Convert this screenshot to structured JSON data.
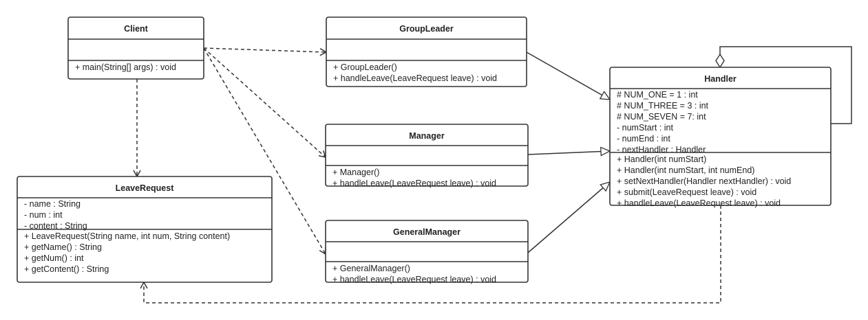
{
  "classes": [
    {
      "id": "client",
      "name": "Client",
      "attributes": [],
      "methods": [
        "+ main(String[] args) : void"
      ]
    },
    {
      "id": "group-leader",
      "name": "GroupLeader",
      "attributes": [],
      "methods": [
        "+ GroupLeader()",
        "+ handleLeave(LeaveRequest leave) : void"
      ]
    },
    {
      "id": "manager",
      "name": "Manager",
      "attributes": [],
      "methods": [
        "+ Manager()",
        "+ handleLeave(LeaveRequest leave) : void"
      ]
    },
    {
      "id": "general-manager",
      "name": "GeneralManager",
      "attributes": [],
      "methods": [
        "+ GeneralManager()",
        "+ handleLeave(LeaveRequest leave) : void"
      ]
    },
    {
      "id": "handler",
      "name": "Handler",
      "attributes": [
        "# NUM_ONE = 1 :   int",
        "# NUM_THREE = 3 :   int",
        "# NUM_SEVEN = 7:   int",
        "- numStart :   int",
        "- numEnd :   int",
        "- nextHandler :   Handler"
      ],
      "methods": [
        "+ Handler(int numStart)",
        "+ Handler(int numStart, int numEnd)",
        "+ setNextHandler(Handler nextHandler) :   void",
        "+ submit(LeaveRequest leave) :   void",
        "+ handleLeave(LeaveRequest leave) :   void"
      ]
    },
    {
      "id": "leave-request",
      "name": "LeaveRequest",
      "attributes": [
        "- name : String",
        "- num : int",
        "- content : String"
      ],
      "methods": [
        "+ LeaveRequest(String name, int num, String content)",
        "+ getName() : String",
        "+ getNum() : int",
        "+ getContent() : String"
      ]
    }
  ],
  "relations": [
    {
      "type": "dependency",
      "from": "Client",
      "to": "GroupLeader"
    },
    {
      "type": "dependency",
      "from": "Client",
      "to": "Manager"
    },
    {
      "type": "dependency",
      "from": "Client",
      "to": "GeneralManager"
    },
    {
      "type": "dependency",
      "from": "Client",
      "to": "LeaveRequest"
    },
    {
      "type": "generalization",
      "from": "GroupLeader",
      "to": "Handler"
    },
    {
      "type": "generalization",
      "from": "Manager",
      "to": "Handler"
    },
    {
      "type": "generalization",
      "from": "GeneralManager",
      "to": "Handler"
    },
    {
      "type": "aggregation",
      "from": "Handler",
      "to": "Handler"
    },
    {
      "type": "dependency",
      "from": "Handler",
      "to": "LeaveRequest"
    }
  ]
}
